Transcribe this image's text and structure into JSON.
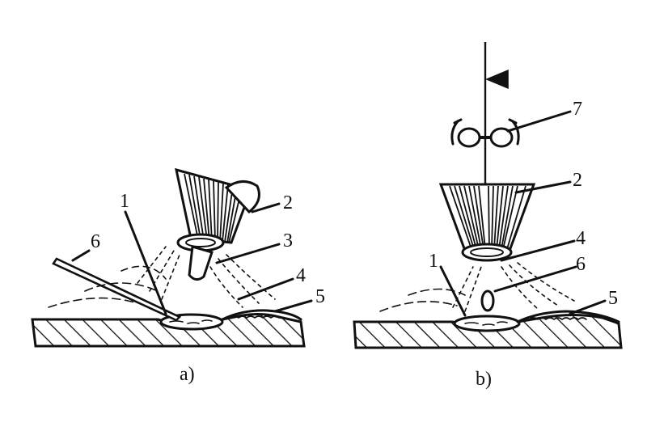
{
  "figure_a": {
    "caption": "a)",
    "labels": [
      "1",
      "2",
      "3",
      "4",
      "5",
      "6"
    ]
  },
  "figure_b": {
    "caption": "b)",
    "labels": [
      "1",
      "2",
      "4",
      "5",
      "6",
      "7"
    ]
  },
  "colors": {
    "ink": "#111111",
    "background": "#ffffff"
  }
}
